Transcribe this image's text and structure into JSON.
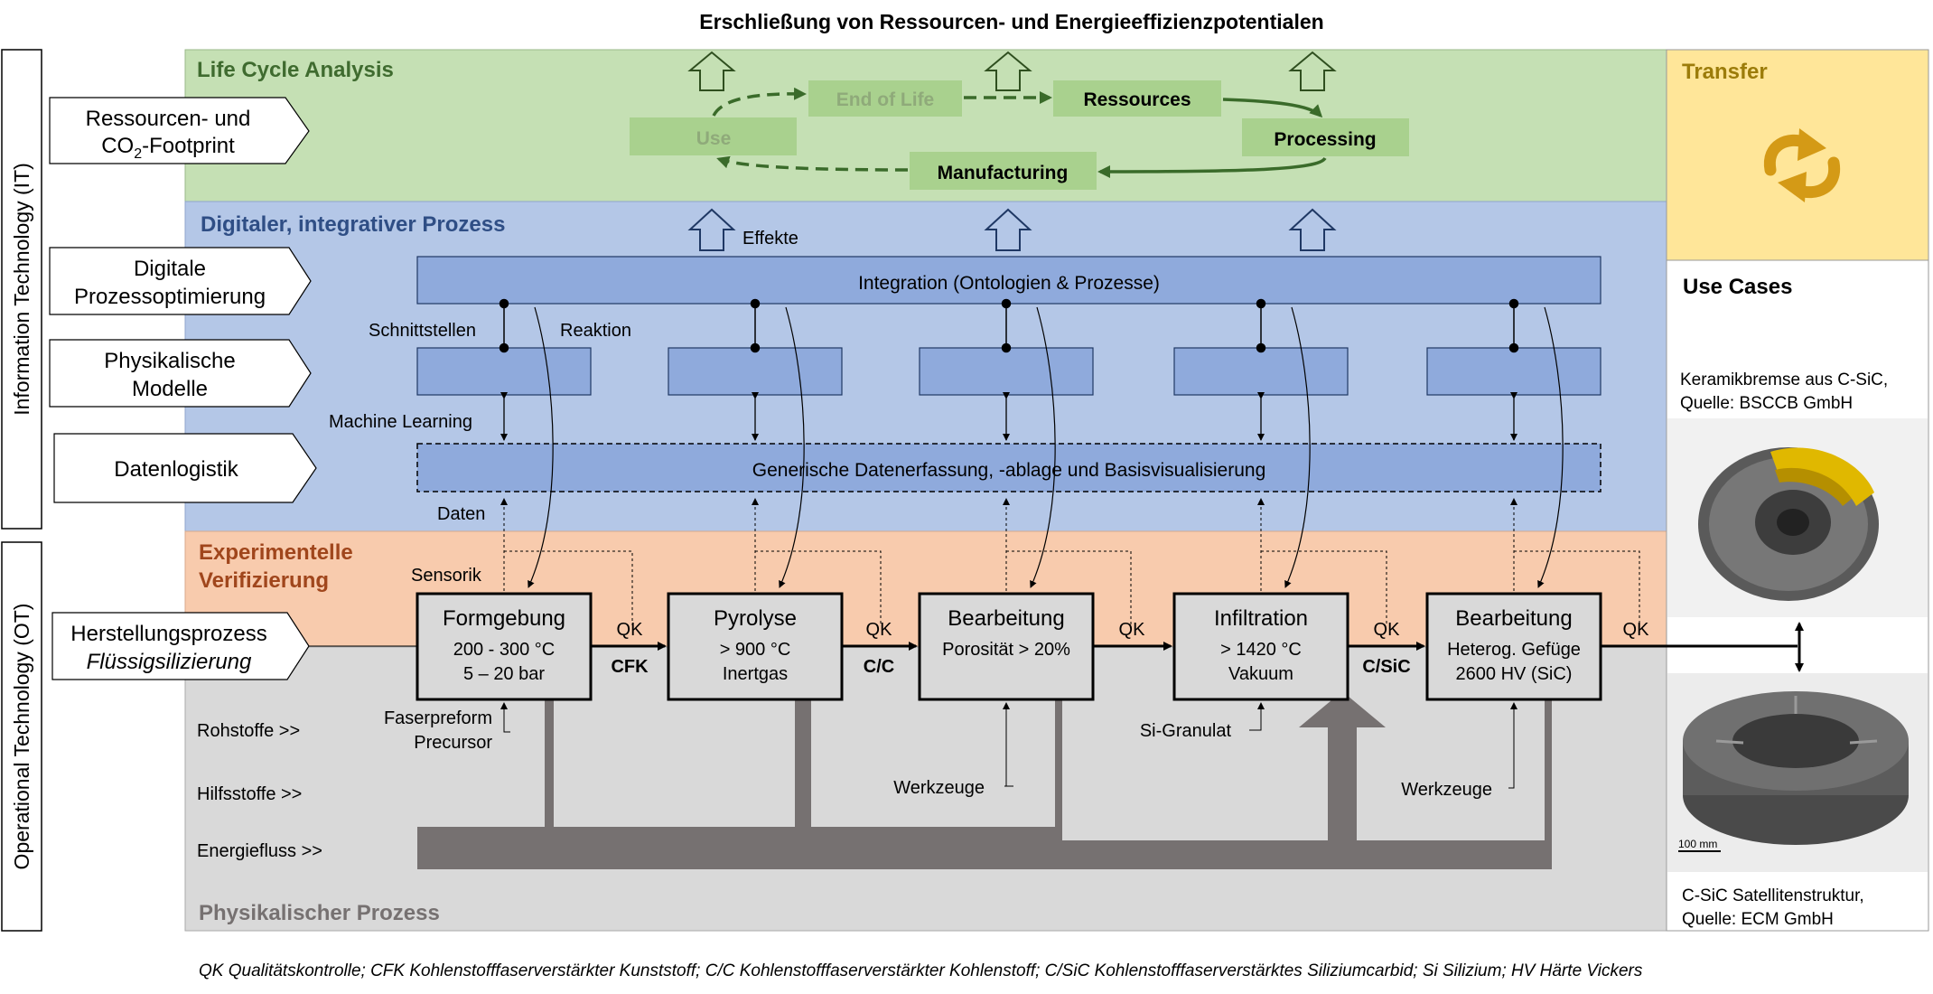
{
  "title": "Erschließung von Ressourcen- und Energieeffizienzpotentialen",
  "side": {
    "it": "Information Technology (IT)",
    "ot": "Operational Technology (OT)"
  },
  "left_labels": {
    "footprint_1": "Ressourcen- und",
    "footprint_2": "CO",
    "footprint_2_sub": "2",
    "footprint_2_rest": "-Footprint",
    "dpo_1": "Digitale",
    "dpo_2": "Prozessoptimierung",
    "pm_1": "Physikalische",
    "pm_2": "Modelle",
    "dl": "Datenlogistik",
    "hp_1": "Herstellungsprozess",
    "hp_2": "Flüssigsilizierung"
  },
  "bands": {
    "lca": "Life Cycle Analysis",
    "digital": "Digitaler, integrativer Prozess",
    "exp_1": "Experimentelle",
    "exp_2": "Verifizierung",
    "phys": "Physikalischer Prozess"
  },
  "lca_cycle": {
    "use": "Use",
    "eol": "End of Life",
    "ressources": "Ressources",
    "processing": "Processing",
    "manufacturing": "Manufacturing"
  },
  "digital": {
    "effekte": "Effekte",
    "integration": "Integration (Ontologien & Prozesse)",
    "schnittstellen": "Schnittstellen",
    "reaktion": "Reaktion",
    "ml": "Machine Learning",
    "datalayer": "Generische Datenerfassung, -ablage und Basisvisualisierung",
    "daten": "Daten",
    "sensorik": "Sensorik"
  },
  "process": [
    {
      "name": "Formgebung",
      "l1": "200 - 300 °C",
      "l2": "5 – 20 bar"
    },
    {
      "name": "Pyrolyse",
      "l1": "> 900 °C",
      "l2": "Inertgas"
    },
    {
      "name": "Bearbeitung",
      "l1": "Porosität > 20%",
      "l2": ""
    },
    {
      "name": "Infiltration",
      "l1": "> 1420 °C",
      "l2": "Vakuum"
    },
    {
      "name": "Bearbeitung",
      "l1": "Heterog. Gefüge",
      "l2": "2600 HV (SiC)"
    }
  ],
  "qk": "QK",
  "materials": {
    "m1": "CFK",
    "m2": "C/C",
    "m3": "C/SiC"
  },
  "inputs": {
    "fp_1": "Faserpreform",
    "fp_2": "Precursor",
    "werkzeuge": "Werkzeuge",
    "si": "Si-Granulat"
  },
  "flows": {
    "rohstoffe": "Rohstoffe >>",
    "hilfsstoffe": "Hilfsstoffe >>",
    "energie": "Energiefluss >>"
  },
  "transfer": "Transfer",
  "usecases": {
    "title": "Use Cases",
    "c1_1": "Keramikbremse aus C-SiC,",
    "c1_2": "Quelle:  BSCCB GmbH",
    "c2_1": "C-SiC Satellitenstruktur,",
    "c2_2": "Quelle:  ECM GmbH",
    "scale": "100 mm"
  },
  "footer": "QK Qualitätskontrolle; CFK Kohlenstofffaserverstärkter Kunststoff; C/C Kohlenstofffaserverstärkter Kohlenstoff; C/SiC Kohlenstofffaserverstärktes Siliziumcarbid; Si Silizium; HV Härte Vickers",
  "colors": {
    "lca_bg": "#c5e0b4",
    "digital_bg": "#b4c7e7",
    "exp_bg": "#f8cbad",
    "phys_bg": "#d9d9d9",
    "transfer_bg": "#ffe699",
    "box_blue": "#8faadc",
    "box_green": "#a9d18e",
    "energy": "#767171",
    "transfer_icon": "#d49a16"
  }
}
